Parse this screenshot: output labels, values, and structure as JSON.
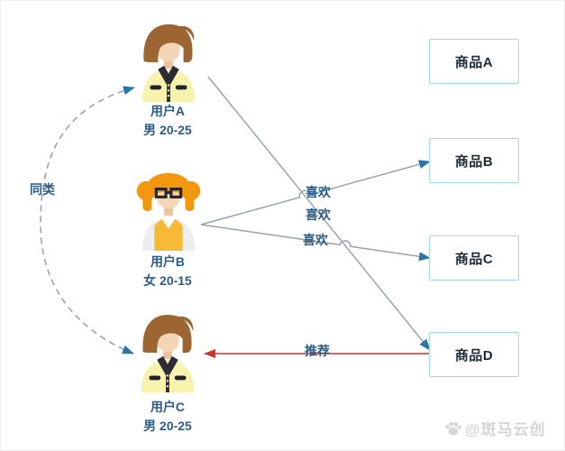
{
  "users": [
    {
      "name": "用户A",
      "demographic": "男 20-25",
      "avatar_icon": "male-user-avatar"
    },
    {
      "name": "用户B",
      "demographic": "女 20-15",
      "avatar_icon": "female-user-avatar"
    },
    {
      "name": "用户C",
      "demographic": "男 20-25",
      "avatar_icon": "male-user-avatar"
    }
  ],
  "products": [
    {
      "label": "商品A"
    },
    {
      "label": "商品B"
    },
    {
      "label": "商品C"
    },
    {
      "label": "商品D"
    }
  ],
  "edges": {
    "similar": {
      "label": "同类",
      "from": "用户A",
      "to": "用户C",
      "style": "dashed-curve"
    },
    "likes": [
      {
        "label": "喜欢",
        "from": "用户B",
        "to": "商品B"
      },
      {
        "label": "喜欢",
        "from": "用户A",
        "to": "商品D"
      },
      {
        "label": "喜欢",
        "from": "用户B",
        "to": "商品C"
      }
    ],
    "recommend": {
      "label": "推荐",
      "from": "商品D",
      "to": "用户C",
      "style": "red-arrow"
    }
  },
  "watermark": {
    "icon": "paw-icon",
    "text": "@斑马云创"
  },
  "colors": {
    "line": "#96a4b0",
    "arrow_blue": "#2b74a8",
    "arrow_red": "#c9372f",
    "box_border": "#9fdceb",
    "product_text": "#1c2a38",
    "label_text": "#2c5c86",
    "watermark": "#d5d5d5"
  }
}
